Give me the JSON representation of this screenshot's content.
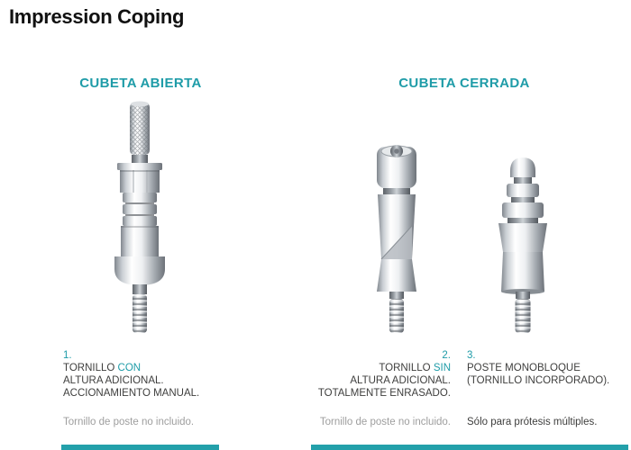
{
  "page": {
    "title": "Impression Coping"
  },
  "sections": {
    "open_tray": {
      "header": "CUBETA ABIERTA"
    },
    "closed_tray": {
      "header": "CUBETA CERRADA"
    }
  },
  "products": {
    "p1": {
      "number": "1.",
      "line1_prefix": "TORNILLO",
      "line1_accent": "CON",
      "line2": "ALTURA ADICIONAL.",
      "line3": "ACCIONAMIENTO MANUAL.",
      "note": "Tornillo de poste no incluido."
    },
    "p2": {
      "number": "2.",
      "line1_prefix": "TORNILLO",
      "line1_accent": "SIN",
      "line2": "ALTURA ADICIONAL.",
      "line3": "TOTALMENTE ENRASADO.",
      "note": "Tornillo de poste no incluido."
    },
    "p3": {
      "number": "3.",
      "line1": "POSTE MONOBLOQUE",
      "line2": "(TORNILLO INCORPORADO).",
      "note": "Sólo para prótesis múltiples."
    }
  },
  "colors": {
    "accent_teal": "#1f9ca8",
    "text_dark": "#3e3e3d",
    "text_gray": "#9e9e9e"
  }
}
